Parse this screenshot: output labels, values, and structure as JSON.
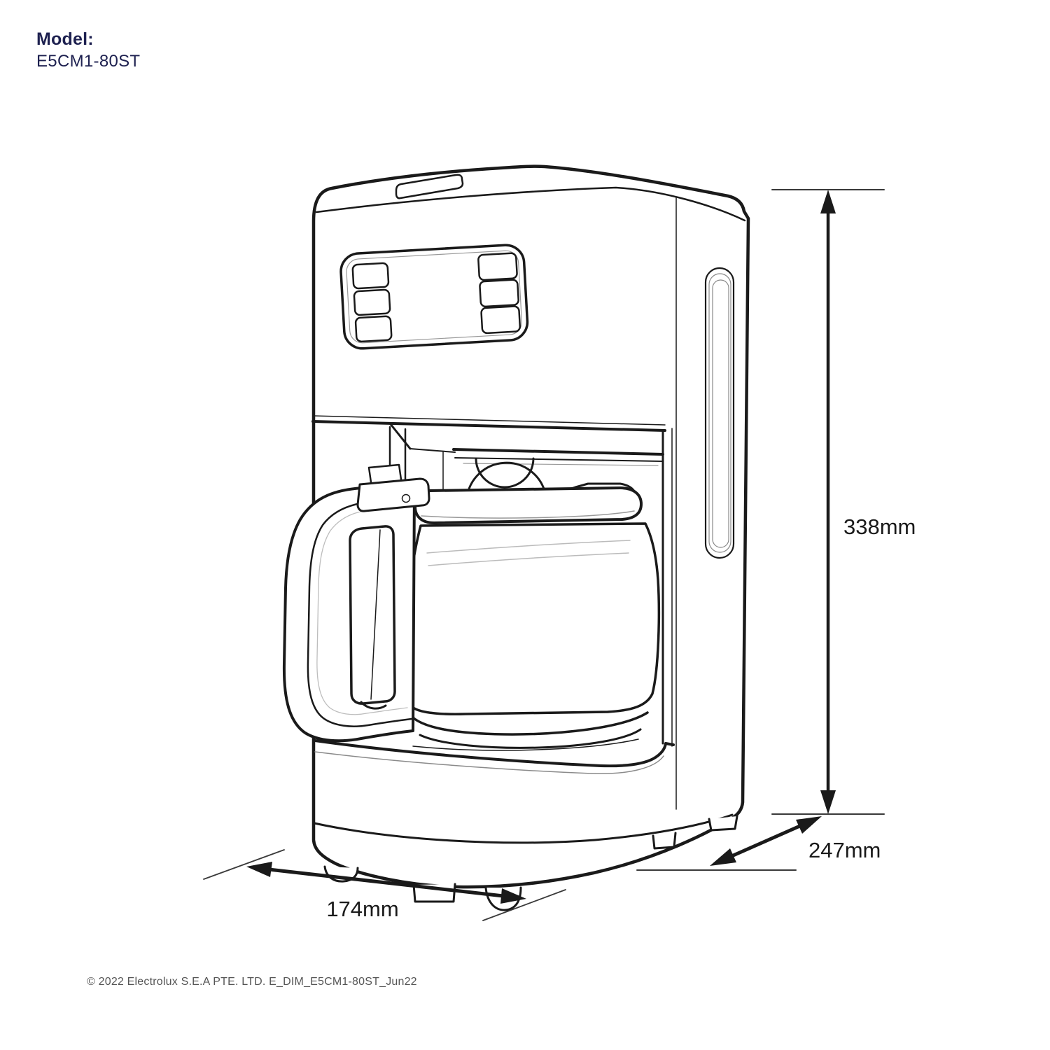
{
  "header": {
    "model_label": "Model:",
    "model_number": "E5CM1-80ST"
  },
  "dimensions": {
    "height": "338mm",
    "depth": "247mm",
    "width": "174mm"
  },
  "footer": {
    "copyright": "© 2022 Electrolux S.E.A PTE. LTD. E_DIM_E5CM1-80ST_Jun22"
  },
  "colors": {
    "background": "#ffffff",
    "line": "#1a1a1a",
    "brand_navy": "#1e2150",
    "footer_gray": "#555555"
  },
  "diagram": {
    "type": "product-dimension-drawing",
    "subject": "drip coffee maker with glass carafe"
  }
}
